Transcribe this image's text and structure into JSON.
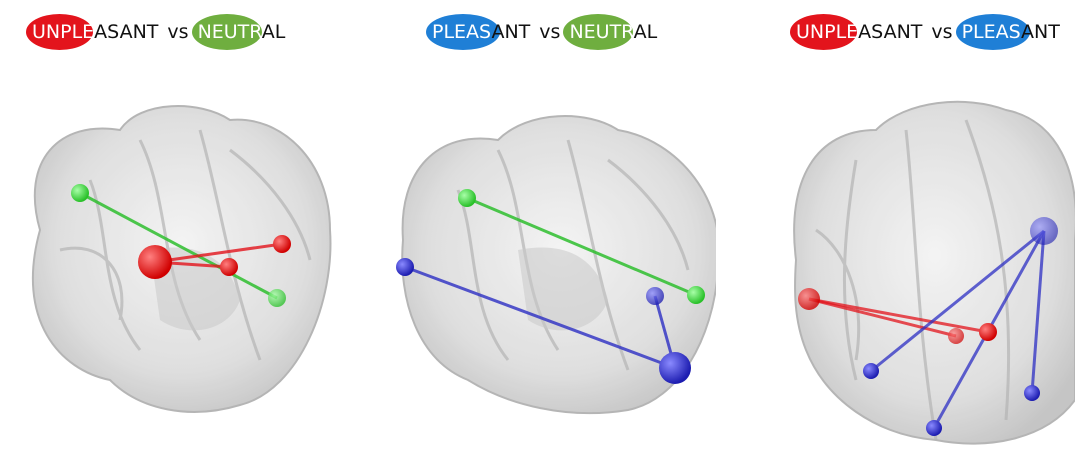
{
  "colors": {
    "unpleasant": "#e3141c",
    "neutral": "#6fae3f",
    "pleasant": "#1f7fd6",
    "edge_red": "#e3141c",
    "edge_green": "#2fbf2f",
    "edge_blue": "#2d2fc4"
  },
  "panels": [
    {
      "a_in": "UNPLE",
      "a_out": "ASANT",
      "vs": "vs",
      "b_in": "NEUTR",
      "b_out": "AL"
    },
    {
      "a_in": "PLEAS",
      "a_out": "ANT",
      "vs": "vs",
      "b_in": "NEUTR",
      "b_out": "AL"
    },
    {
      "a_in": "UNPLE",
      "a_out": "ASANT",
      "vs": "vs",
      "b_in": "PLEAS",
      "b_out": "ANT"
    }
  ]
}
